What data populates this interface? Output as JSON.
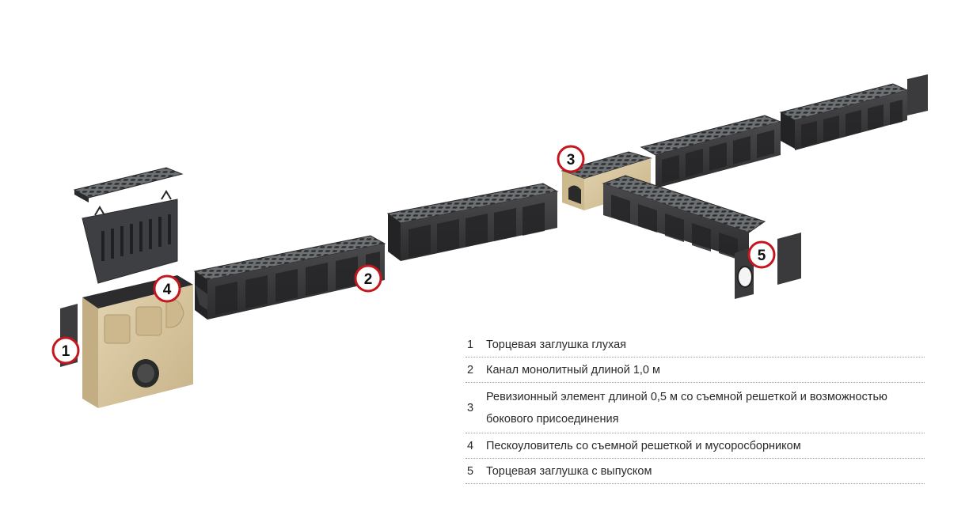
{
  "callouts": [
    {
      "number": "1"
    },
    {
      "number": "2"
    },
    {
      "number": "3"
    },
    {
      "number": "4"
    },
    {
      "number": "5"
    }
  ],
  "legend": {
    "items": [
      {
        "number": "1",
        "text": "Торцевая заглушка глухая"
      },
      {
        "number": "2",
        "text": "Канал монолитный длиной 1,0 м"
      },
      {
        "number": "3",
        "text": "Ревизионный элемент длиной 0,5 м со съемной решеткой и возможностью бокового присоединения"
      },
      {
        "number": "4",
        "text": "Пескоуловитель со съемной решеткой и мусоросборником"
      },
      {
        "number": "5",
        "text": "Торцевая заглушка с выпуском"
      }
    ]
  },
  "colors": {
    "callout_ring": "#c4161c",
    "channel_body": "#3a3a3c",
    "channel_shade": "#2a2a2c",
    "grate": "#55585c",
    "polymer_concrete": "#d6c39a"
  },
  "icons": {
    "channel": "drainage-channel-icon",
    "grate": "grate-icon",
    "basket": "debris-basket-icon",
    "end_cap": "end-cap-icon"
  }
}
